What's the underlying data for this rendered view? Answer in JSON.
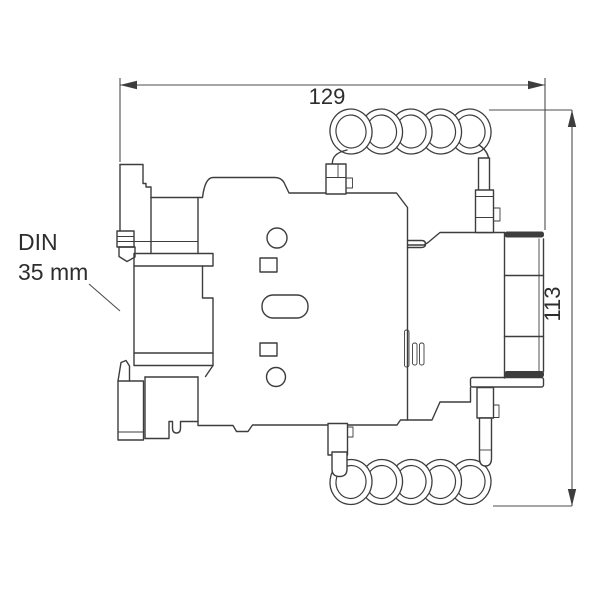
{
  "labels": {
    "width_dimension": "129",
    "height_dimension": "113",
    "din_line1": "DIN",
    "din_line2": "35 mm"
  },
  "colors": {
    "line": "#3d3d3d",
    "dimension_line": "#4d4d4d",
    "text": "#2d2d2d",
    "background": "#ffffff"
  }
}
